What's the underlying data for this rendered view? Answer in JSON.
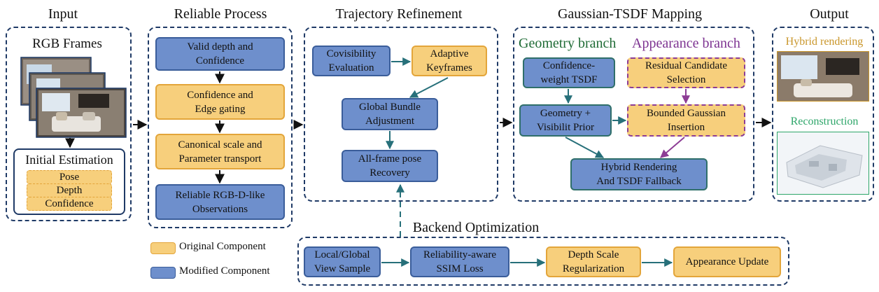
{
  "stages": {
    "input": "Input",
    "reliable": "Reliable Process",
    "trajectory": "Trajectory Refinement",
    "mapping": "Gaussian-TSDF Mapping",
    "output": "Output"
  },
  "input": {
    "rgb_frames": "RGB Frames",
    "initial_estimation": "Initial Estimation",
    "items": [
      "Pose",
      "Depth",
      "Confidence"
    ]
  },
  "reliable": {
    "b1": "Valid depth and\nConfidence",
    "b2": "Confidence and\nEdge gating",
    "b3": "Canonical scale and\nParameter transport",
    "b4": "Reliable RGB-D-like\nObservations"
  },
  "trajectory": {
    "b1": "Covisibility\nEvaluation",
    "b2": "Adaptive\nKeyframes",
    "b3": "Global Bundle\nAdjustment",
    "b4": "All-frame pose\nRecovery"
  },
  "mapping": {
    "geometry_branch": "Geometry branch",
    "appearance_branch": "Appearance branch",
    "b1": "Confidence-\nweight TSDF",
    "b2": "Residual Candidate\nSelection",
    "b3": "Geometry +\nVisibilit Prior",
    "b4": "Bounded Gaussian\nInsertion",
    "b5": "Hybrid Rendering\nAnd TSDF Fallback"
  },
  "output": {
    "hybrid": "Hybrid rendering",
    "reconstruction": "Reconstruction"
  },
  "backend": {
    "title": "Backend Optimization",
    "b1": "Local/Global\nView Sample",
    "b2": "Reliability-aware\nSSIM Loss",
    "b3": "Depth Scale\nRegularization",
    "b4": "Appearance Update"
  },
  "legend": {
    "original": "Original Component",
    "modified": "Modified Component"
  },
  "colors": {
    "modified_fill": "#6e8fcc",
    "original_fill": "#f7cf7c",
    "geometry_text": "#1f6b35",
    "appearance_text": "#7d3391",
    "hybrid_text": "#c9962a",
    "reconstruction_text": "#2ea66a",
    "teal_arrow": "#27707a",
    "purple_arrow": "#8d3d95"
  }
}
